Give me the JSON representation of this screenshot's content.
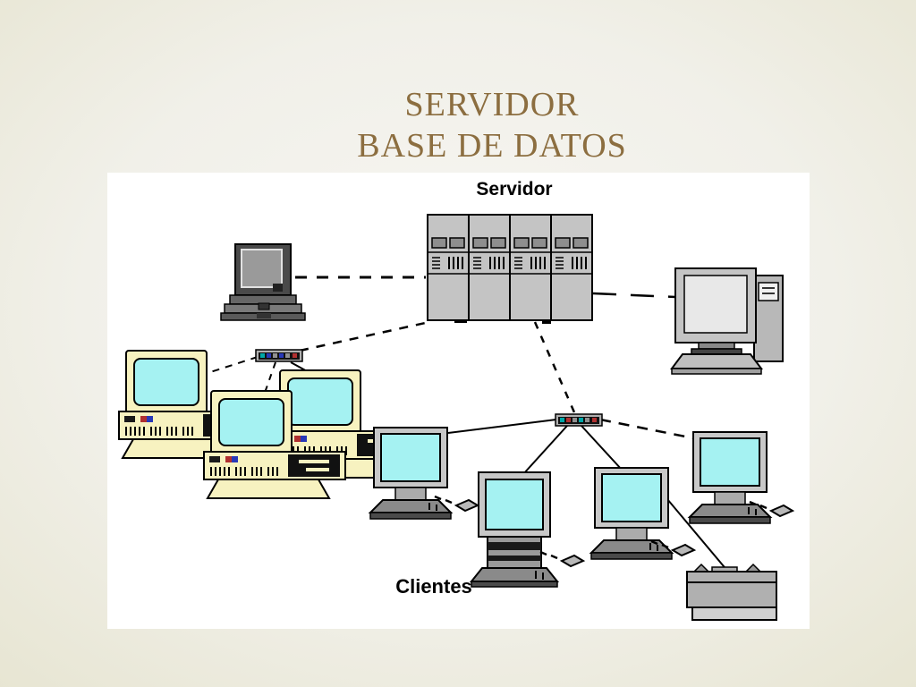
{
  "slide": {
    "title_line1": "SERVIDOR",
    "title_line2": "BASE DE DATOS",
    "title_color": "#8c6e40"
  },
  "diagram": {
    "label_server": "Servidor",
    "label_clients": "Clientes",
    "colors": {
      "screen_cyan": "#a5f2f2",
      "screen_white": "#e8e8e8",
      "device_beige": "#f7f2c0",
      "device_gray": "#c4c4c4",
      "hub_port_teal": "#00a8a8",
      "hub_port_blue": "#2838b8",
      "hub_port_red": "#b03030"
    },
    "nodes": [
      {
        "name": "server-rack",
        "label": "Servidor",
        "kind": "server cluster of 4 cabinets"
      },
      {
        "name": "laptop-client",
        "kind": "laptop, dashed link to server"
      },
      {
        "name": "workstation-right",
        "kind": "desktop with tower, dashed link to server"
      },
      {
        "name": "hub-1",
        "kind": "network hub, left client group"
      },
      {
        "name": "hub-2",
        "kind": "network hub, bottom client group"
      },
      {
        "name": "client-beige-1",
        "kind": "beige desktop client"
      },
      {
        "name": "client-beige-2",
        "kind": "beige desktop client"
      },
      {
        "name": "client-beige-3",
        "kind": "beige desktop client"
      },
      {
        "name": "client-gray-1",
        "kind": "gray desktop client with mouse"
      },
      {
        "name": "client-gray-2",
        "kind": "gray desktop client with mouse"
      },
      {
        "name": "client-gray-3",
        "kind": "gray desktop client with mouse"
      },
      {
        "name": "client-gray-4",
        "kind": "gray desktop client with mouse"
      },
      {
        "name": "printer",
        "kind": "printer/peripheral linked to client-gray-3"
      }
    ]
  }
}
